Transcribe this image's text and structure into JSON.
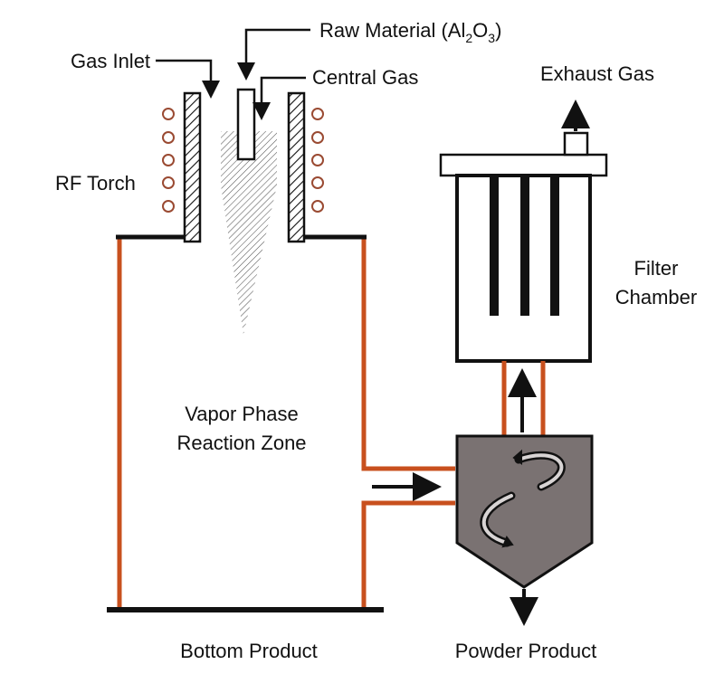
{
  "labels": {
    "raw_material": "Raw Material (Al",
    "raw_material_sub1": "2",
    "raw_material_mid": "O",
    "raw_material_sub2": "3",
    "raw_material_end": ")",
    "gas_inlet": "Gas Inlet",
    "central_gas": "Central Gas",
    "exhaust_gas": "Exhaust Gas",
    "rf_torch": "RF Torch",
    "filter_line1": "Filter",
    "filter_line2": "Chamber",
    "vapor_line1": "Vapor Phase",
    "vapor_line2": "Reaction Zone",
    "bottom_product": "Bottom Product",
    "powder_product": "Powder Product"
  },
  "colors": {
    "pipe": "#c8501e",
    "line": "#111111",
    "cyclone": "#7a7272",
    "coil": "#9a4a32"
  }
}
